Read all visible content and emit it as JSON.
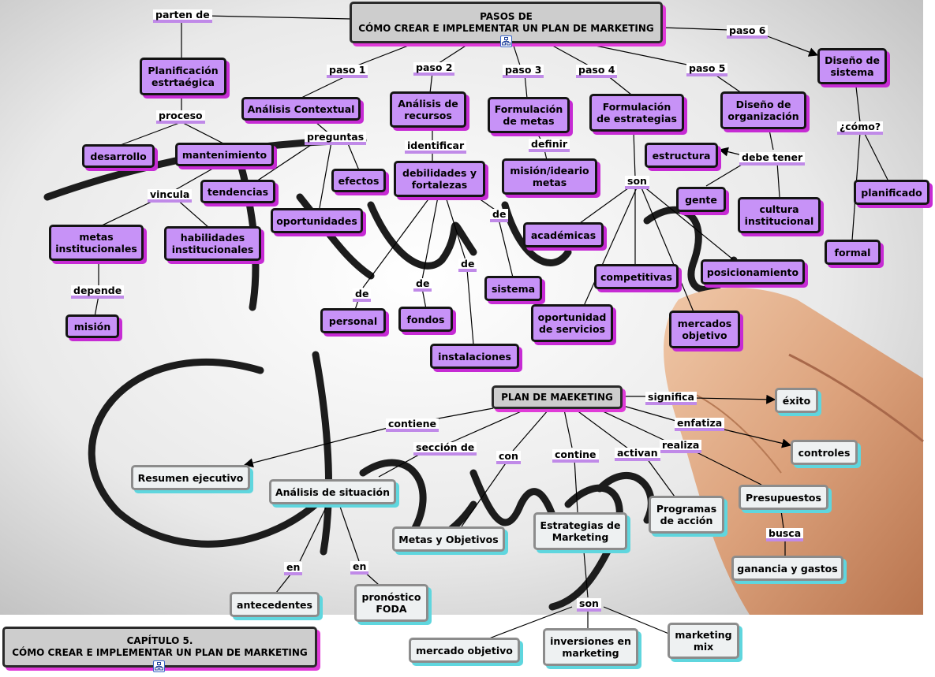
{
  "colors": {
    "concept_fill": "#c792f7",
    "concept_shadow": "#c62bd4",
    "main_fill": "#cdcdcd",
    "plan_fill": "#eef1f2",
    "plan_shadow": "#5fd6de",
    "link_underline": "#c08ae8"
  },
  "map": {
    "main_title": "PASOS DE\nCÓMO CREAR E IMPLEMENTAR UN PLAN DE MARKETING",
    "chapter_title": "CAPÍTULO 5.\nCÓMO CREAR E IMPLEMENTAR UN PLAN DE MARKETING",
    "plan_title": "PLAN DE MAEKETING",
    "concepts": {
      "planificacion": "Planificación\nestrtaégica",
      "desarrollo": "desarrollo",
      "mantenimiento": "mantenimiento",
      "metas_inst": "metas\ninstitucionales",
      "habilidades": "habilidades\ninstitucionales",
      "mision": "misión",
      "analisis_contextual": "Análisis Contextual",
      "tendencias": "tendencias",
      "efectos": "efectos",
      "oportunidades": "oportunidades",
      "analisis_recursos": "Análisis de\nrecursos",
      "debilidades": "debilidades y\nfortalezas",
      "personal": "personal",
      "fondos": "fondos",
      "instalaciones": "instalaciones",
      "sistema": "sistema",
      "formulacion_metas": "Formulación\nde metas",
      "mision_ideario": "misión/ideario\nmetas",
      "formulacion_estrategias": "Formulación\nde estrategias",
      "academicas": "académicas",
      "competitivas": "competitivas",
      "oportunidad_servicios": "oportunidad\nde servicios",
      "mercados_objetivo": "mercados\nobjetivo",
      "posicionamiento": "posicionamiento",
      "diseno_organizacion": "Diseño de\norganización",
      "estructura": "estructura",
      "gente": "gente",
      "cultura": "cultura\ninstitucional",
      "diseno_sistema": "Diseño de\nsistema",
      "planificado": "planificado",
      "formal": "formal"
    },
    "plan_nodes": {
      "exito": "éxito",
      "controles": "controles",
      "resumen": "Resumen ejecutivo",
      "analisis_situacion": "Análisis de situación",
      "metas_objetivos": "Metas y Objetivos",
      "estrategias": "Estrategias de\nMarketing",
      "programas": "Programas\nde acción",
      "presupuestos": "Presupuestos",
      "ganancia": "ganancia y gastos",
      "antecedentes": "antecedentes",
      "pronostico": "pronóstico\nFODA",
      "mercado_objetivo": "mercado objetivo",
      "inversiones": "inversiones en\nmarketing",
      "marketing_mix": "marketing\nmix"
    },
    "links": {
      "parten_de": "parten de",
      "proceso": "proceso",
      "vincula": "vincula",
      "depende": "depende",
      "paso1": "paso 1",
      "paso2": "paso 2",
      "paso3": "paso 3",
      "paso4": "paso 4",
      "paso5": "paso 5",
      "paso6": "paso 6",
      "preguntas": "preguntas",
      "identificar": "identificar",
      "de1": "de",
      "de2": "de",
      "de3": "de",
      "de4": "de",
      "definir": "definir",
      "son1": "son",
      "debe_tener": "debe tener",
      "como": "¿cómo?",
      "significa": "significa",
      "enfatiza": "enfatiza",
      "realiza": "realiza",
      "contiene": "contiene",
      "seccion_de": "sección de",
      "con": "con",
      "contine": "contine",
      "activan": "activan",
      "busca": "busca",
      "en1": "en",
      "en2": "en",
      "son2": "son"
    },
    "icons": {
      "expand": "concept-map-expand-icon"
    }
  }
}
